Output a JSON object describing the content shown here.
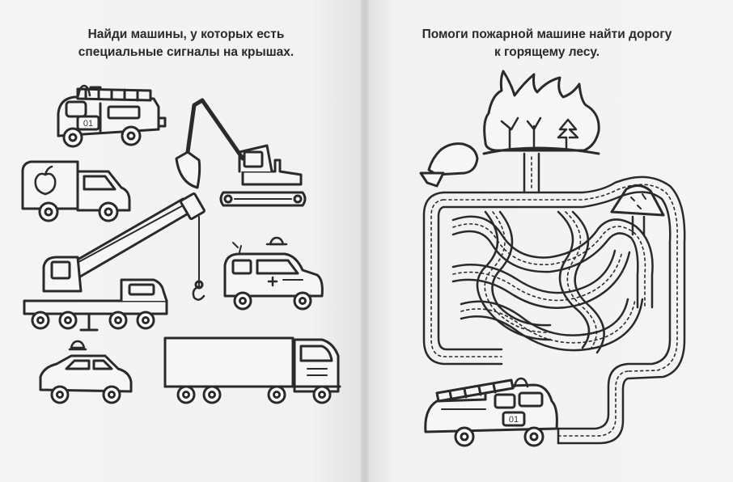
{
  "left_page": {
    "title_line1": "Найди машины, у которых есть",
    "title_line2": "специальные сигналы на крышах."
  },
  "right_page": {
    "title_line1": "Помоги пожарной машине найти дорогу",
    "title_line2": "к горящему лесу."
  },
  "vehicles": {
    "fire_truck_plate": "01",
    "maze_fire_truck_plate": "01"
  },
  "colors": {
    "ink": "#2a2a2a",
    "paper": "#f3f3f3"
  }
}
